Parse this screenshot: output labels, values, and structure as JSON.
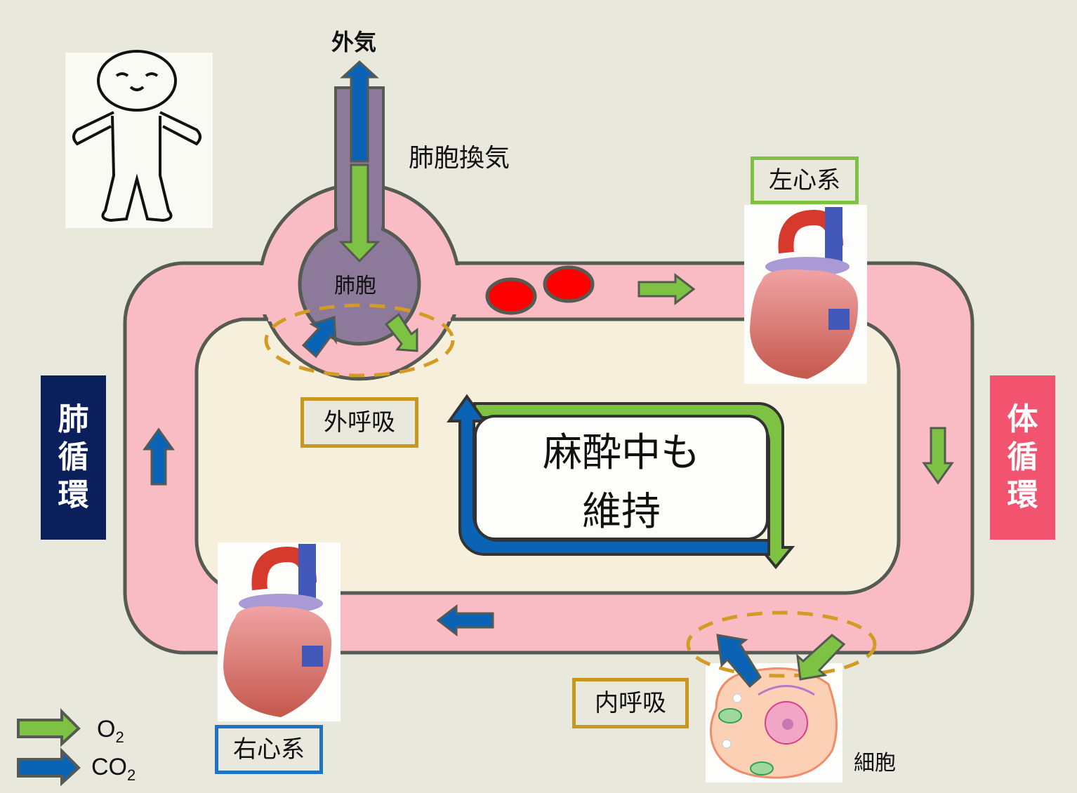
{
  "labels": {
    "outside_air": "外気",
    "alveolar_ventilation": "肺胞換気",
    "alveolus": "肺胞",
    "external_respiration": "外呼吸",
    "internal_respiration": "内呼吸",
    "left_heart": "左心系",
    "right_heart": "右心系",
    "cell": "細胞",
    "center_line1": "麻酔中も",
    "center_line2": "維持"
  },
  "circulations": {
    "pulmonary": [
      "肺",
      "循",
      "環"
    ],
    "systemic": [
      "体",
      "循",
      "環"
    ]
  },
  "legend": [
    {
      "gas": "O",
      "sub": "2",
      "color": "#7dc242"
    },
    {
      "gas": "CO",
      "sub": "2",
      "color": "#0b63b5"
    }
  ],
  "colors": {
    "background": "#e8e8dc",
    "vessel": "#f9bcc4",
    "inner": "#f5efdc",
    "outline": "#555a52",
    "o2_arrow": "#7dc242",
    "co2_arrow": "#0b63b5",
    "alveolus": "#8d7a9b",
    "dashed": "#d39b22",
    "pulmonary_label_bg": "#0a1f5c",
    "systemic_label_bg": "#f2536e",
    "left_heart_border": "#7dc242",
    "right_heart_border": "#1f73c4",
    "respiration_border": "#c9961e",
    "rbc": "#ff0000"
  },
  "icons": [
    "person-icon",
    "heart-illustration-icon",
    "cell-illustration-icon",
    "red-blood-cell-icon"
  ]
}
